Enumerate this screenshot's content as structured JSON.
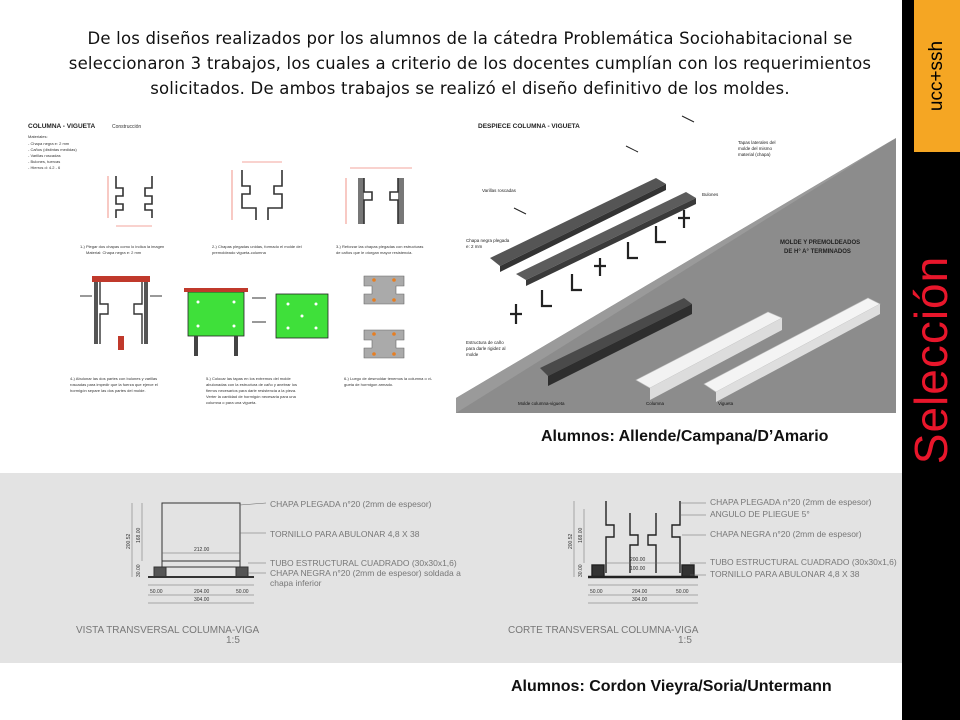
{
  "slide": {
    "intro_text": "De los diseños realizados por los alumnos de la cátedra Problemática Sociohabitacional se seleccionaron 3 trabajos, los cuales a criterio de los docentes cumplían con los requerimientos solicitados. De ambos trabajos se realizó el diseño definitivo de los moldes.",
    "tag": "ucc+ssh",
    "section_title": "Selección",
    "colors": {
      "accent_red": "#e8162b",
      "tag_orange": "#f5a623",
      "sidebar": "#000000",
      "fill_green": "#3fe03a"
    }
  },
  "panel_construction": {
    "title": "COLUMNA - VIGUETA",
    "subtitle": "Construcción",
    "materials_heading": "Materiales:",
    "materials": [
      "- Chapa negra e: 2 mm",
      "- Caños (distintas medidas)",
      "- Varillas roscadas",
      "- Bulones, tuercas",
      "- Hierros d: 4.2 - 6"
    ],
    "step1": [
      "1-) Plegar dos chapas como lo indica la imagen",
      "Material: Chapa negra e: 2 mm"
    ],
    "step2": [
      "2-) Chapas plegadas unidas, formado el molde del",
      "premoldeado vigueta-columna"
    ],
    "step3": [
      "3-) Reforzar las chapas plegadas con estructuras",
      "de caños que le otorgan mayor resistencia."
    ],
    "step4": [
      "4-) Abulonar las dos partes con bulones y varillas",
      "roscadas para impedir que la fuerza que ejerce el",
      "hormigón separe las dos partes del molde."
    ],
    "step5": [
      "5-) Colocar las tapas en los extremos del molde",
      "abulonadas con la estructura de caño y anebrar los",
      "fierros necesarios para darle resistencia a la pieza.",
      "Verter la cantidad de hormigón necesaria para una",
      "columna o para una vigueta."
    ],
    "step6": [
      "6-) Luego de desmoldar tenemos la columna o vi-",
      "gueta de hormigon armado."
    ]
  },
  "panel_exploded": {
    "title": "DESPIECE COLUMNA - VIGUETA",
    "labels": {
      "tapas": [
        "Tapas laterales del",
        "molde del mismo",
        "material (chapa)"
      ],
      "varillas": "Varillas roscadas",
      "bulones": "Bulones",
      "chapa": [
        "Chapa negra plegada",
        "e: 2 mm"
      ],
      "estructura": [
        "Estructura de caño",
        "para darle rigidez al",
        "molde"
      ],
      "molde": "Molde columna-vigueta",
      "columna": "Columna",
      "vigueta": "Vigueta",
      "heading": [
        "MOLDE Y PREMOLDEADOS",
        "DE H° A° TERMINADOS"
      ]
    }
  },
  "caption_top": "Alumnos: Allende/Campana/D’Amario",
  "panel_drawings": {
    "left": {
      "view_title": "VISTA TRANSVERSAL COLUMNA-VIGA",
      "scale": "1:5",
      "notes": [
        "CHAPA PLEGADA n°20 (2mm de espesor)",
        "TORNILLO PARA ABULONAR 4,8 X 38",
        "TUBO ESTRUCTURAL CUADRADO (30x30x1,6)",
        "CHAPA NEGRA n°20 (2mm de espesor) soldada a",
        "chapa inferior"
      ],
      "dims": {
        "d212": "212.00",
        "d50a": "50.00",
        "d204": "204.00",
        "d50b": "50.00",
        "d304": "304.00",
        "v200": "200.52",
        "v168": "168.00",
        "v30": "30.00"
      }
    },
    "right": {
      "view_title": "CORTE TRANSVERSAL COLUMNA-VIGA",
      "scale": "1:5",
      "notes": [
        "CHAPA PLEGADA n°20 (2mm de espesor)",
        "ANGULO DE PLIEGUE 5°",
        "CHAPA NEGRA n°20 (2mm de espesor)",
        "TUBO ESTRUCTURAL CUADRADO (30x30x1,6)",
        "TORNILLO PARA ABULONAR 4,8 X 38"
      ],
      "dims": {
        "d200": "200.00",
        "d100": "100.00",
        "d50a": "50.00",
        "d204": "204.00",
        "d50b": "50.00",
        "d304": "304.00",
        "v200": "200.52",
        "v168": "168.00",
        "v30": "30.00"
      }
    }
  },
  "caption_bottom": "Alumnos: Cordon Vieyra/Soria/Untermann"
}
